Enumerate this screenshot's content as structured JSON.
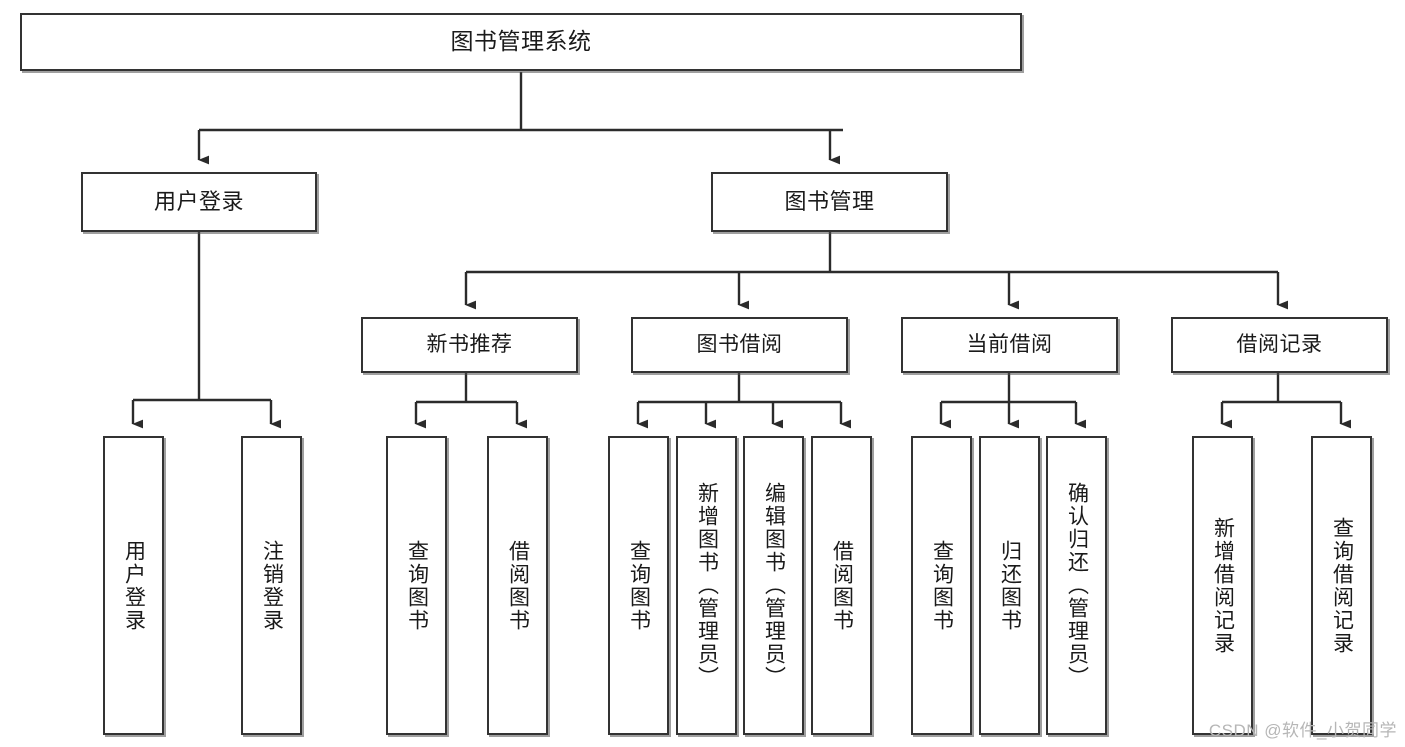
{
  "diagram": {
    "title": "图书管理系统",
    "type": "tree-hierarchy-diagram",
    "watermark": "CSDN @软件_小贺同学",
    "colors": {
      "node_border": "#333333",
      "node_fill": "#ffffff",
      "connector": "#2b2b2b",
      "text": "#1a1a1a",
      "watermark": "#b6b6b6",
      "background": "#ffffff"
    },
    "nodes": {
      "root": {
        "label": "图书管理系统"
      },
      "level1": [
        {
          "label": "用户登录"
        },
        {
          "label": "图书管理"
        }
      ],
      "level2": [
        {
          "label": "新书推荐"
        },
        {
          "label": "图书借阅"
        },
        {
          "label": "当前借阅"
        },
        {
          "label": "借阅记录"
        }
      ],
      "leaves": {
        "user_login": [
          {
            "label": "用户登录"
          },
          {
            "label": "注销登录"
          }
        ],
        "new_book_recommend": [
          {
            "label": "查询图书"
          },
          {
            "label": "借阅图书"
          }
        ],
        "book_borrow": [
          {
            "label": "查询图书"
          },
          {
            "label": "新增图书（管理员）"
          },
          {
            "label": "编辑图书（管理员）"
          },
          {
            "label": "借阅图书"
          }
        ],
        "current_borrow": [
          {
            "label": "查询图书"
          },
          {
            "label": "归还图书"
          },
          {
            "label": "确认归还（管理员）"
          }
        ],
        "borrow_record": [
          {
            "label": "新增借阅记录"
          },
          {
            "label": "查询借阅记录"
          }
        ]
      }
    }
  }
}
